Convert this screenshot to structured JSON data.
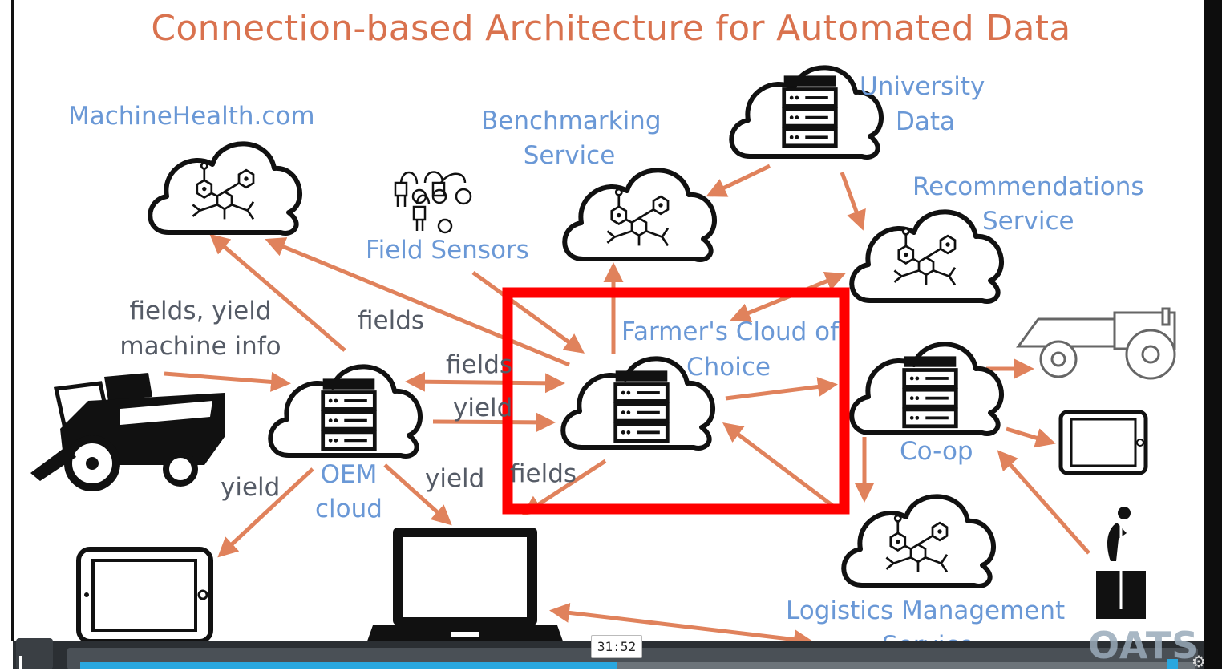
{
  "slide": {
    "title": "Connection-based Architecture for Automated Data",
    "labels": {
      "machinehealth": "MachineHealth.com",
      "benchmarking_line1": "Benchmarking",
      "benchmarking_line2": "Service",
      "university_line1": "University",
      "university_line2": "Data",
      "recommendations_line1": "Recommendations",
      "recommendations_line2": "Service",
      "field_sensors": "Field Sensors",
      "fields_yield_line1": "fields, yield",
      "fields_yield_line2": "machine info",
      "fields_a": "fields",
      "fields_b": "fields",
      "yield_a": "yield",
      "farmers_cloud_line1": "Farmer's Cloud of",
      "farmers_cloud_line2": "Choice",
      "coop": "Co-op",
      "oem_line1": "OEM",
      "oem_line2": "cloud",
      "yield_left": "yield",
      "yield_mid": "yield",
      "fields_c": "fields",
      "logistics_line1": "Logistics Management",
      "logistics_line2": "Service"
    },
    "colors": {
      "title": "#d9724e",
      "blue_label": "#6a98d6",
      "arrow": "#e0825c",
      "highlight": "#ff0000"
    }
  },
  "player": {
    "time_tooltip": "31:52",
    "progress_fraction": 0.47,
    "watermark": "OATS",
    "icons": [
      "volume-icon",
      "gear-icon"
    ]
  }
}
